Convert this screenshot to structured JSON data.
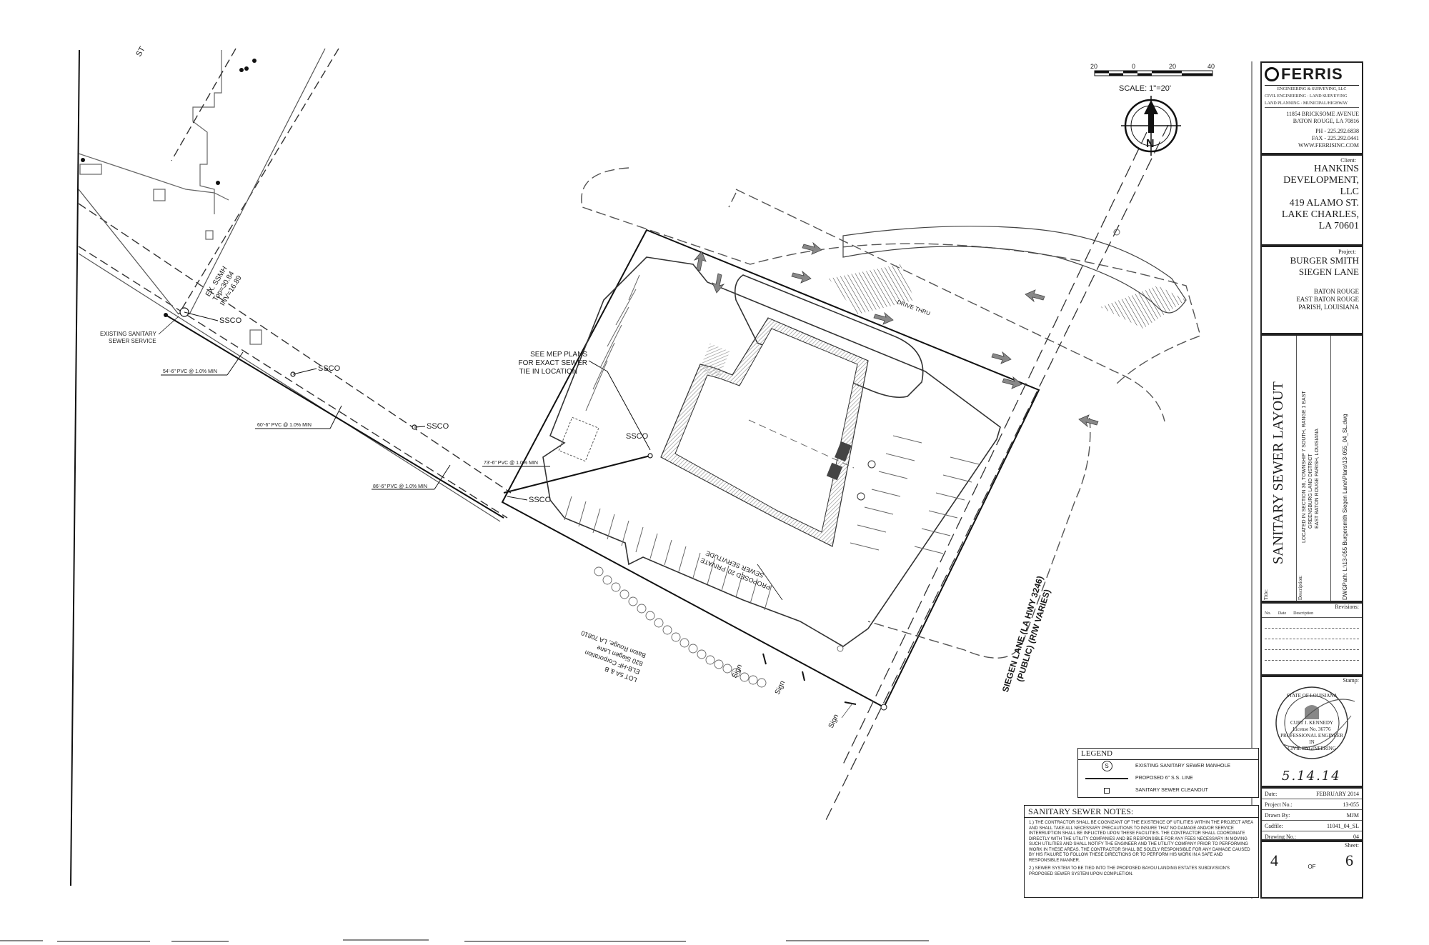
{
  "scale": {
    "ticks": [
      "20",
      "0",
      "20",
      "40"
    ],
    "label": "SCALE: 1\"=20'"
  },
  "north_label": "N",
  "plan_labels": {
    "st_fragment": "ST",
    "existing_service": [
      "EXISTING SANITARY",
      "SEWER SERVICE"
    ],
    "ssco": "SSCO",
    "existing_smh": [
      "EX. SSMH",
      "Top=30.84",
      "INV=16.89"
    ],
    "pipe_1": "54'-6\" PVC @ 1.0% MIN",
    "pipe_2": "60'-6\" PVC @ 1.0% MIN",
    "pipe_3": "86'-6\" PVC @ 1.0% MIN",
    "pipe_4": "73'-6\" PVC @ 1.0% MIN",
    "mep_note": [
      "SEE MEP PLANS",
      "FOR EXACT SEWER",
      "TIE IN LOCATION"
    ],
    "servitude": [
      "PROPOSED 20' PRIVATE",
      "SEWER SERVITUDE"
    ],
    "adjacent_lot": [
      "LOT 5A & B",
      "ELB-HF Corporation",
      "820 Siegen Lane",
      "Baton Rouge, LA 70810"
    ],
    "sign": "Sign",
    "road": [
      "SIEGEN LANE (LA HWY 3246)",
      "(PUBLIC) (R/W VARIES)"
    ],
    "drive_thru": "DRIVE THRU"
  },
  "title_block": {
    "logo": "FERRIS",
    "logo_sub": "ENGINEERING & SURVEYING, LLC",
    "services": [
      "CIVIL ENGINEERING · LAND SURVEYING",
      "LAND PLANNING · MUNICIPAL/HIGHWAY"
    ],
    "address": [
      "11854 BRICKSOME AVENUE",
      "BATON ROUGE, LA 70816"
    ],
    "contact": [
      "PH - 225.292.6838",
      "FAX - 225.292.0441",
      "WWW.FERRISINC.COM"
    ],
    "client_label": "Client:",
    "client": [
      "HANKINS",
      "DEVELOPMENT,",
      "LLC",
      "419 ALAMO ST.",
      "LAKE CHARLES,",
      "LA 70601"
    ],
    "project_label": "Project:",
    "project": [
      "BURGER SMITH",
      "SIEGEN LANE"
    ],
    "location": [
      "BATON ROUGE",
      "EAST BATON ROUGE",
      "PARISH, LOUISIANA"
    ],
    "title_label": "Title:",
    "title": "SANITARY SEWER LAYOUT",
    "description_label": "Description:",
    "description": [
      "LOCATED IN SECTION 36, TOWNSHIP 7 SOUTH, RANGE 1 EAST",
      "GREENSBURG LAND DISTRICT",
      "EAST BATON ROUGE PARISH, LOUISIANA"
    ],
    "dwg_path": "DWGPath: L:\\13-055 Burgersmith Siegen Lane\\Plans\\13-055_04_SL.dwg",
    "revisions_label": "Revisions:",
    "rev_headers": [
      "No.",
      "Date",
      "Description"
    ],
    "stamp_label": "Stamp:",
    "stamp_text": [
      "STATE OF LOUISIANA",
      "CURT J. KENNEDY",
      "License No. 36776",
      "PROFESSIONAL ENGINEER",
      "IN",
      "CIVIL ENGINEERING"
    ],
    "stamp_date": "5.14.14",
    "date_label": "Date:",
    "date": "FEBRUARY 2014",
    "project_no_label": "Project No.:",
    "project_no": "13-055",
    "drawn_by_label": "Drawn By:",
    "drawn_by": "MJM",
    "cadfile_label": "Cadfile:",
    "cadfile": "11041_04_SL",
    "drawing_no_label": "Drawing No.:",
    "drawing_no": "04",
    "sheet_label": "Sheet:",
    "sheet_no": "4",
    "sheet_of": "OF",
    "sheet_total": "6"
  },
  "legend": {
    "title": "LEGEND",
    "items": [
      {
        "symbol": "S",
        "label": "EXISTING SANITARY SEWER MANHOLE"
      },
      {
        "symbol": "",
        "label": "PROPOSED 6\" S.S. LINE"
      },
      {
        "symbol": "",
        "label": "SANITARY SEWER CLEANOUT"
      }
    ]
  },
  "notes": {
    "title": "SANITARY SEWER NOTES:",
    "items": [
      "1.) THE CONTRACTOR SHALL BE COGNIZANT OF THE EXISTENCE OF UTILITIES WITHIN THE PROJECT AREA AND SHALL TAKE ALL NECESSARY PRECAUTIONS TO INSURE THAT NO DAMAGE AND/OR SERVICE INTERRUPTION SHALL BE INFLICTED UPON THESE FACILITIES. THE CONTRACTOR SHALL COORDINATE DIRECTLY WITH THE UTILITY COMPANIES AND BE RESPONSIBLE FOR ANY FEES NECESSARY IN MOVING SUCH UTILITIES AND SHALL NOTIFY THE ENGINEER AND THE UTILITY COMPANY PRIOR TO PERFORMING WORK IN THESE AREAS. THE CONTRACTOR SHALL BE SOLELY RESPONSIBLE FOR ANY DAMAGE CAUSED BY HIS FAILURE TO FOLLOW THESE DIRECTIONS OR TO PERFORM HIS WORK IN A SAFE AND RESPONSIBLE MANNER.",
      "2.) SEWER SYSTEM TO BE TIED INTO THE PROPOSED BAYOU LANDING ESTATES SUBDIVISION'S PROPOSED SEWER SYSTEM UPON COMPLETION."
    ]
  }
}
